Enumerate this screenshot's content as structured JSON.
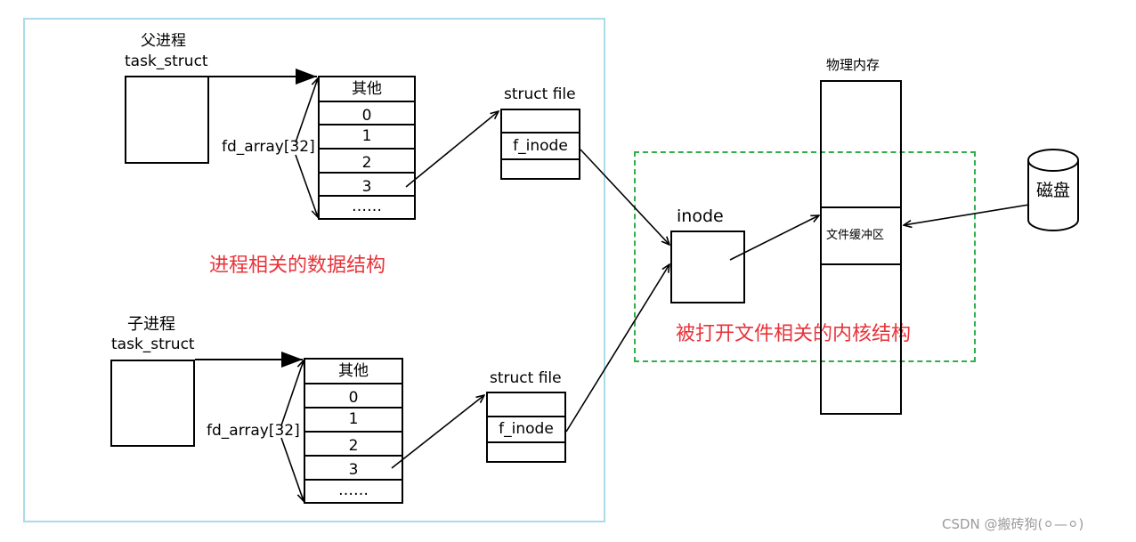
{
  "parent": {
    "title": "父进程",
    "struct_label": "task_struct",
    "fd_label": "fd_array[32]",
    "cells": [
      "其他",
      "0",
      "1",
      "2",
      "3",
      "……"
    ]
  },
  "child": {
    "title": "子进程",
    "struct_label": "task_struct",
    "fd_label": "fd_array[32]",
    "cells": [
      "其他",
      "0",
      "1",
      "2",
      "3",
      "……"
    ]
  },
  "file_parent": {
    "title": "struct file",
    "field": "f_inode"
  },
  "file_child": {
    "title": "struct file",
    "field": "f_inode"
  },
  "inode": {
    "title": "inode"
  },
  "memory": {
    "title": "物理内存",
    "buffer": "文件缓冲区"
  },
  "disk": {
    "label": "磁盘"
  },
  "labels": {
    "process_region": "进程相关的数据结构",
    "kernel_region": "被打开文件相关的内核结构"
  },
  "watermark": "CSDN @搬砖狗(⚪—⚪)",
  "colors": {
    "process_region_border": "#a9dce8",
    "kernel_region_border": "#2fae4c",
    "label_red": "#e8333a"
  }
}
